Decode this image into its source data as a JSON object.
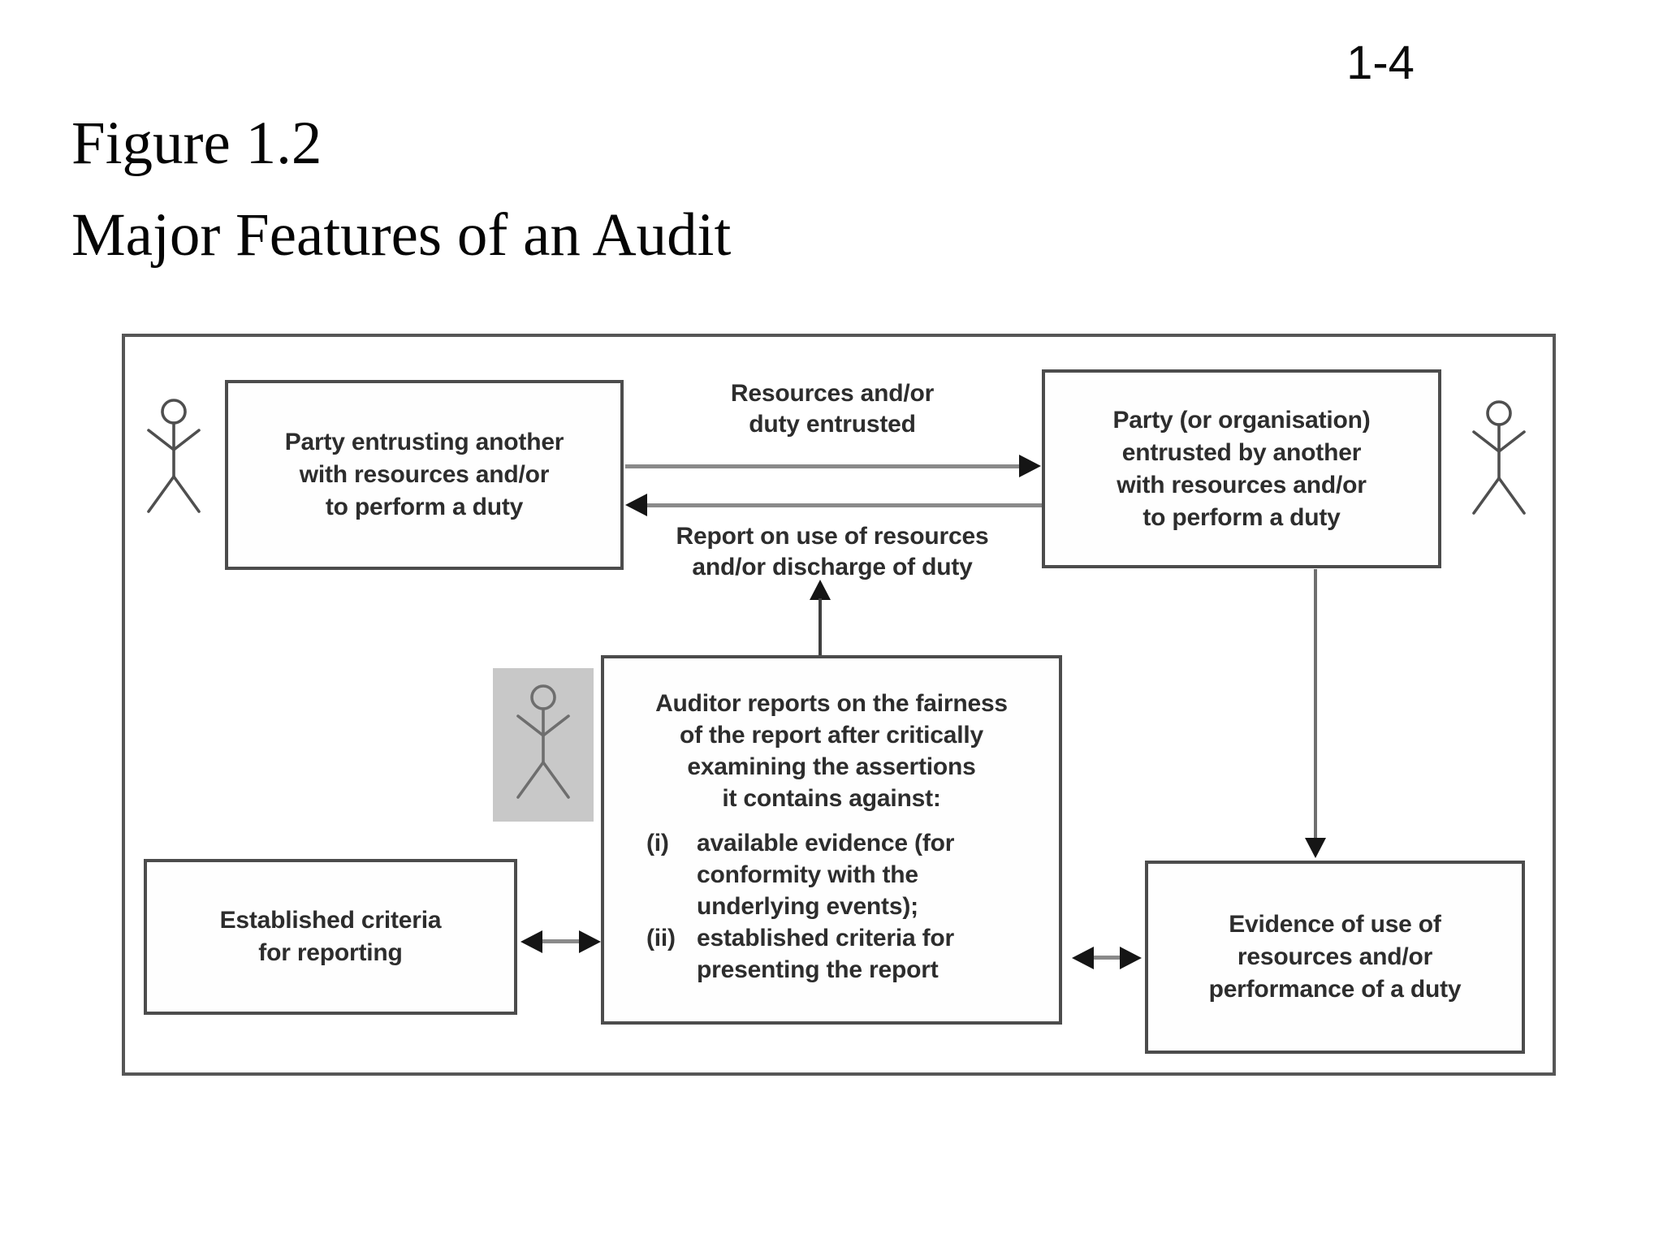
{
  "header": {
    "slide_number": "1-4",
    "title_line1": "Figure 1.2",
    "title_line2": "Major Features of an Audit"
  },
  "diagram": {
    "boxes": {
      "party_entrusting": "Party entrusting another\nwith resources and/or\nto perform a duty",
      "party_entrusted": "Party (or organisation)\nentrusted by another\nwith resources and/or\nto perform a duty",
      "established_criteria": "Established criteria\nfor reporting",
      "evidence": "Evidence of use of\nresources and/or\nperformance of a duty"
    },
    "auditor_box": {
      "heading": "Auditor reports on the fairness\nof the report after critically\nexamining the assertions\nit contains against:",
      "item1_marker": "(i)",
      "item1_text": "available evidence (for\nconformity with the\nunderlying events);",
      "item2_marker": "(ii)",
      "item2_text": "established criteria for\npresenting the report"
    },
    "labels": {
      "resources_entrusted": "Resources and/or\nduty entrusted",
      "report_on_use": "Report on use of resources\nand/or discharge of duty"
    },
    "icons": {
      "left_actor": "person-icon",
      "right_actor": "person-icon",
      "auditor_actor": "person-icon"
    },
    "colors": {
      "frame_border": "#565656",
      "box_border": "#4c4c4c",
      "connector_line": "#8a8a8a",
      "arrowhead": "#151515",
      "auditor_panel_bg": "#c8c8c8",
      "text": "#2d2d2d"
    }
  }
}
